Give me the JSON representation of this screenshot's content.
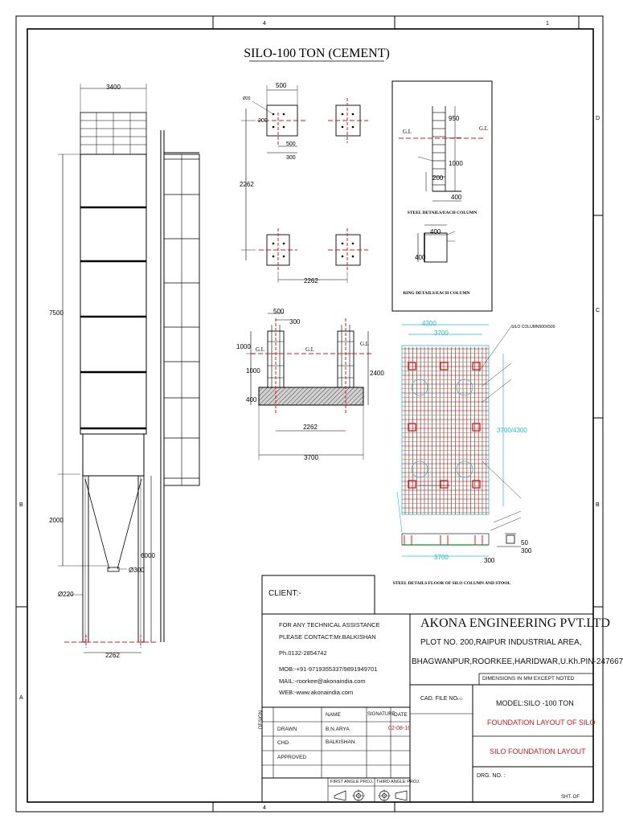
{
  "title": "SILO-100 TON (CEMENT)",
  "frame": {
    "top_zone_left": "4",
    "top_zone_right": "1",
    "bottom_zone": "4",
    "right_zones": [
      "D",
      "C",
      "B"
    ],
    "left_zones": [
      "B",
      "A"
    ]
  },
  "elevation": {
    "dims": [
      "3400",
      "7500",
      "2000",
      "6000",
      "Ø300",
      "Ø220",
      "2262"
    ]
  },
  "column_plan": {
    "dims": [
      "500",
      "Ø20",
      "200",
      "500",
      "300",
      "2262",
      "2262"
    ]
  },
  "steel_detail": {
    "gl_left": "G.L",
    "gl_right": "G.L",
    "dims": [
      "950",
      "1000",
      "200",
      "400"
    ],
    "caption": "STEEL DETAILS/EACH COLUMN",
    "ring_dims": [
      "400",
      "400"
    ],
    "ring_caption": "RING DETAILS/EACH COLUMN"
  },
  "foundation_section": {
    "dims": [
      "500",
      "300",
      "1000",
      "1000",
      "2400",
      "400",
      "2262",
      "3700"
    ],
    "gl_labels": [
      "G.L",
      "G.L",
      "G.L"
    ]
  },
  "mesh_plan": {
    "dims_top": [
      "4300",
      "3700"
    ],
    "dim_side": "3700/4300",
    "dim_bottom": "3700",
    "callout_main": "SILO COLUMN500X500",
    "small_dims": [
      "50",
      "300",
      "300"
    ],
    "caption": "STEEL DETAILS FLOOR OF SILO COLUMN AND STOOL"
  },
  "title_block": {
    "client_label": "CLIENT:-",
    "assist": [
      "FOR ANY TECHNICAL ASSISTANCE",
      "PLEASE CONTACT:Mr.BALKISHAN",
      "Ph.0132-2854742",
      "MOB:-+91-9719355337/9891949701",
      "MAIL:-roorkee@akonaindia.com",
      "WEB:-www.akonaindia.com"
    ],
    "company": "AKONA ENGINEERING PVT.LTD",
    "address1": "PLOT NO. 200,RAIPUR INDUSTRIAL AREA,",
    "address2": "BHAGWANPUR,ROORKEE,HARIDWAR,U.Kh.PIN-247667",
    "dimensions_note": "DIMENSIONS IN MM EXCEPT NOTED",
    "cad_label": "CAD. FILE NO. :",
    "cad_value": "---",
    "model": "MODEL:SILO -100 TON",
    "layout_red": "FOUNDATION LAYOUT OF SILO",
    "layout_red2": "SILO FOUNDATION  LAYOUT",
    "drg_no": "DRG. NO. :",
    "sheet": "SHT.    OF",
    "design_vertical": "DESIGN",
    "headers": [
      "NAME",
      "SIGNATURE",
      "DATE"
    ],
    "rows": [
      {
        "role": "DRAWN",
        "name": "B.N.ARYA",
        "sig": "",
        "date": "02-08-16"
      },
      {
        "role": "CHD.",
        "name": "BALKISHAN",
        "sig": "",
        "date": ""
      },
      {
        "role": "APPROVED",
        "name": "",
        "sig": "",
        "date": ""
      }
    ],
    "first_angle": "FIRST ANGLE PROJ.",
    "third_angle": "THIRD ANGLE PROJ."
  },
  "colors": {
    "line": "#000000",
    "red": "#e8141a",
    "cyan": "#1fc2d4",
    "green": "#2aa84a",
    "hatch": "#555555"
  }
}
